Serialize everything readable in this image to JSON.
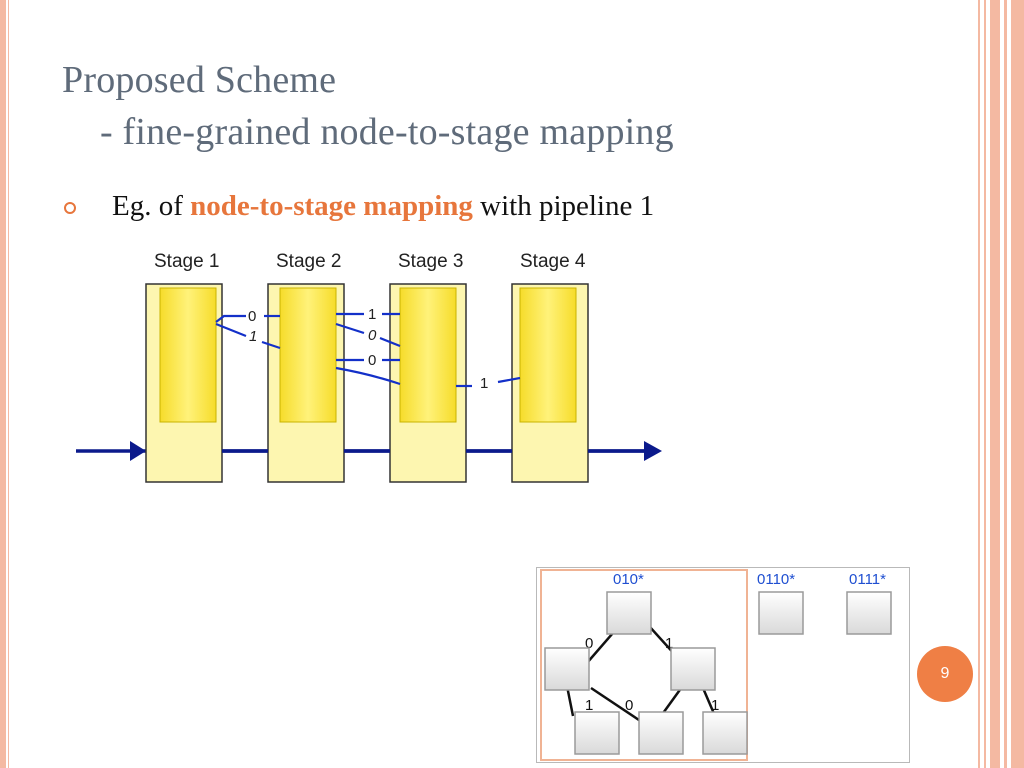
{
  "slide": {
    "title_line1": "Proposed Scheme",
    "title_line2": "- fine-grained node-to-stage mapping",
    "bullet": {
      "prefix": "Eg. of ",
      "highlight": "node-to-stage mapping",
      "suffix": " with pipeline 1"
    },
    "page_number": "9"
  },
  "pipeline": {
    "stages": [
      "Stage 1",
      "Stage 2",
      "Stage 3",
      "Stage 4"
    ],
    "edge_labels": {
      "s1_top": "0",
      "s1_bottom": "1",
      "s2_a": "1",
      "s2_b": "0",
      "s2_c": "0",
      "s3_to_s4": "1"
    }
  },
  "trie_inset": {
    "prefixes": [
      "010*",
      "0110*",
      "0111*"
    ],
    "edge_labels": [
      "0",
      "1",
      "1",
      "0",
      "1"
    ]
  },
  "colors": {
    "accent": "#e7763c",
    "title": "#5f6b7a",
    "pipeline_arrow": "#0b1a8c",
    "stage_fill": "#fdf6b0",
    "stage_inner": "#fbe84a",
    "prefix_text": "#1f4fd1",
    "frame": "#f4b9a2"
  }
}
